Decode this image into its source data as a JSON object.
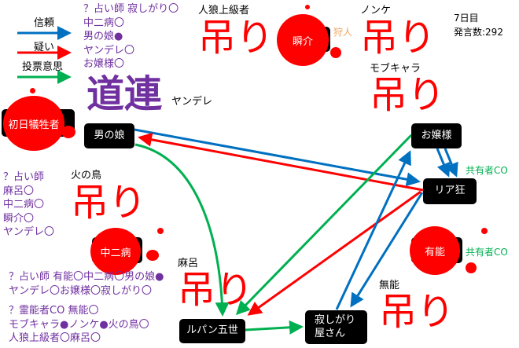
{
  "legend": {
    "trust": "信頼",
    "doubt": "疑い",
    "vote": "投票意思"
  },
  "colors": {
    "trust": "#0070c0",
    "doubt": "#ff0000",
    "vote": "#00b050",
    "dead": "#ff0000",
    "note": "#7030a0"
  },
  "day": {
    "label": "7日目",
    "post_count": "発言数:292"
  },
  "nodes": {
    "otokonoko": "男の娘",
    "ojousama": "お嬢様",
    "riakyou": "リア狂",
    "lupin": "ルパン五世",
    "sabishigari": "寂しがり\n屋さん",
    "first_victim": "初日犠牲者",
    "shunsuke": "瞬介",
    "chuunibyou": "中二病",
    "yuunou": "有能"
  },
  "dead_labels": {
    "jinro": "人狼上級者",
    "nonke": "ノンケ",
    "mobu": "モブキャラ",
    "yandere": "ヤンデレ",
    "hinotori": "火の鳥",
    "maro": "麻呂",
    "munou": "無能"
  },
  "hang_label": "吊り",
  "michizure": "道連",
  "hunter": "狩人",
  "co_labels": [
    "共有者CO",
    "共有者CO"
  ],
  "notes": {
    "seer1": [
      "？占い師 寂しがり〇",
      "中二病〇",
      "男の娘●",
      "ヤンデレ〇",
      "お嬢様〇"
    ],
    "seer2": [
      "？占い師",
      "麻呂〇",
      "中二病〇",
      "瞬介〇",
      "ヤンデレ〇"
    ],
    "seer3": [
      "？占い師 有能〇中二病〇男の娘●",
      "ヤンデレ〇お嬢様〇寂しがり〇"
    ],
    "medium": [
      "？霊能者CO 無能〇",
      "モブキャラ●ノンケ●火の鳥〇",
      "人狼上級者〇麻呂〇"
    ]
  }
}
